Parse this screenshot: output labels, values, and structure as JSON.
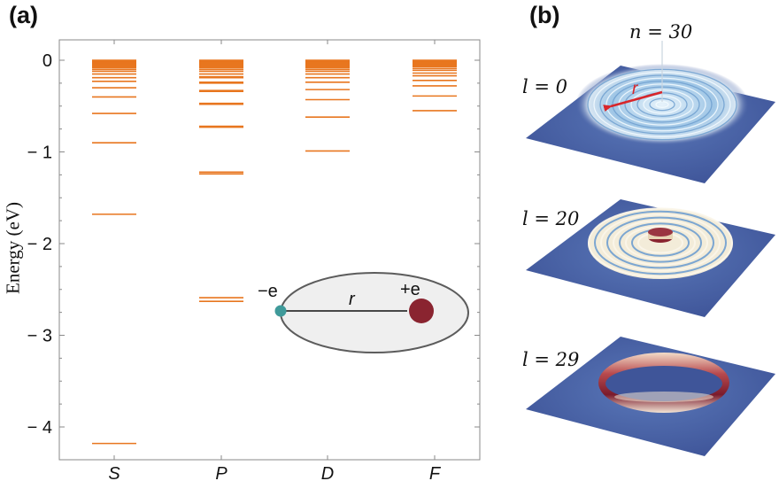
{
  "panel_a": {
    "label": "(a)"
  },
  "panel_b": {
    "label": "(b)",
    "n_label": "n = 30",
    "surfaces": [
      {
        "label": "l = 0"
      },
      {
        "label": "l = 20"
      },
      {
        "label": "l = 29"
      }
    ],
    "radius_label": "r"
  },
  "inset": {
    "electron_label": "−e",
    "proton_label": "+e",
    "radius_label": "r",
    "colors": {
      "electron": "#3f9a9a",
      "proton": "#8a2430",
      "ellipse_fill": "#efefef",
      "ellipse_stroke": "#5c5c5c"
    }
  },
  "chart_data": {
    "type": "levels",
    "ylabel": "Energy (eV)",
    "ylim": [
      -4.38,
      0.1
    ],
    "yticks": [
      0,
      -1,
      -2,
      -3,
      -4
    ],
    "ytick_labels": [
      "0",
      "− 1",
      "− 2",
      "− 3",
      "− 4"
    ],
    "categories": [
      "S",
      "P",
      "D",
      "F"
    ],
    "line_color": "#e8761f",
    "levels": {
      "S": [
        -4.18,
        -1.68,
        -0.9,
        -0.58,
        -0.4,
        -0.3,
        -0.23,
        -0.19,
        -0.15,
        -0.12,
        -0.1,
        -0.08,
        -0.07,
        -0.06,
        -0.05,
        -0.04,
        -0.035,
        -0.03,
        -0.025,
        -0.02,
        -0.015,
        -0.01,
        -0.005,
        0.0
      ],
      "P": [
        -2.63,
        -2.59,
        -1.24,
        -1.22,
        -0.73,
        -0.72,
        -0.48,
        -0.47,
        -0.34,
        -0.33,
        -0.25,
        -0.24,
        -0.19,
        -0.18,
        -0.15,
        -0.12,
        -0.1,
        -0.08,
        -0.065,
        -0.05,
        -0.04,
        -0.03,
        -0.02,
        -0.01,
        -0.005,
        0.0
      ],
      "D": [
        -0.99,
        -0.62,
        -0.43,
        -0.32,
        -0.24,
        -0.19,
        -0.15,
        -0.12,
        -0.1,
        -0.08,
        -0.065,
        -0.05,
        -0.04,
        -0.03,
        -0.02,
        -0.01,
        -0.005,
        0.0
      ],
      "F": [
        -0.55,
        -0.39,
        -0.28,
        -0.22,
        -0.17,
        -0.14,
        -0.11,
        -0.09,
        -0.07,
        -0.055,
        -0.045,
        -0.035,
        -0.025,
        -0.015,
        -0.008,
        0.0
      ]
    }
  }
}
